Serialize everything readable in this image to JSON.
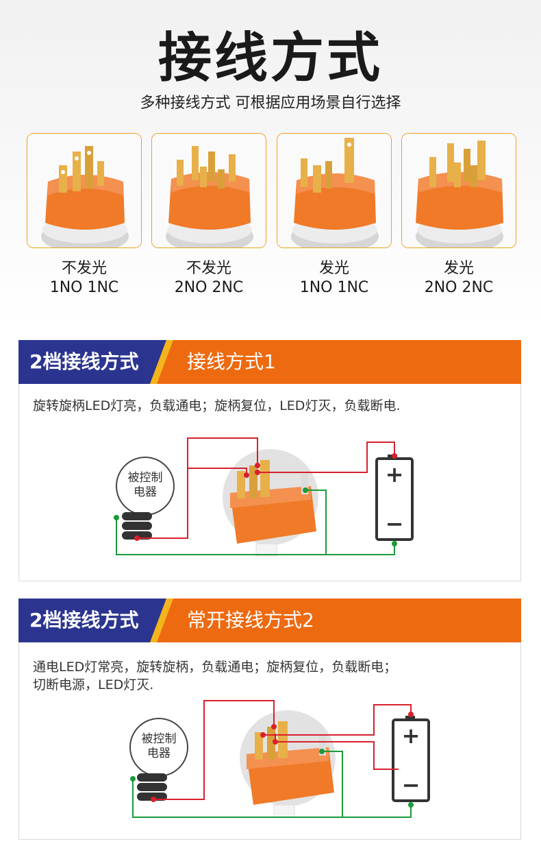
{
  "header": {
    "title": "接线方式",
    "subtitle": "多种接线方式 可根据应用场景自行选择"
  },
  "products": [
    {
      "light": "不发光",
      "contacts": "1NO 1NC"
    },
    {
      "light": "不发光",
      "contacts": "2NO 2NC"
    },
    {
      "light": "发光",
      "contacts": "1NO 1NC"
    },
    {
      "light": "发光",
      "contacts": "2NO 2NC"
    }
  ],
  "sections": [
    {
      "badge": "2档接线方式",
      "title": "接线方式1",
      "description": [
        "旋转旋柄LED灯亮，负载通电；旋柄复位，LED灯灭，负载断电."
      ],
      "device_label": [
        "被控制",
        "电器"
      ],
      "battery_plus": "+",
      "battery_minus": "−"
    },
    {
      "badge": "2档接线方式",
      "title": "常开接线方式2",
      "description": [
        "通电LED灯常亮，旋转旋柄，负载通电；旋柄复位，负载断电；",
        "切断电源，LED灯灭."
      ],
      "device_label": [
        "被控制",
        "电器"
      ],
      "battery_plus": "+",
      "battery_minus": "−"
    }
  ],
  "colors": {
    "accent_orange": "#ee6a10",
    "badge_blue": "#2b3590",
    "wire_red": "#d8202c",
    "wire_green": "#1a9a3a",
    "card_border": "#f0a020"
  }
}
